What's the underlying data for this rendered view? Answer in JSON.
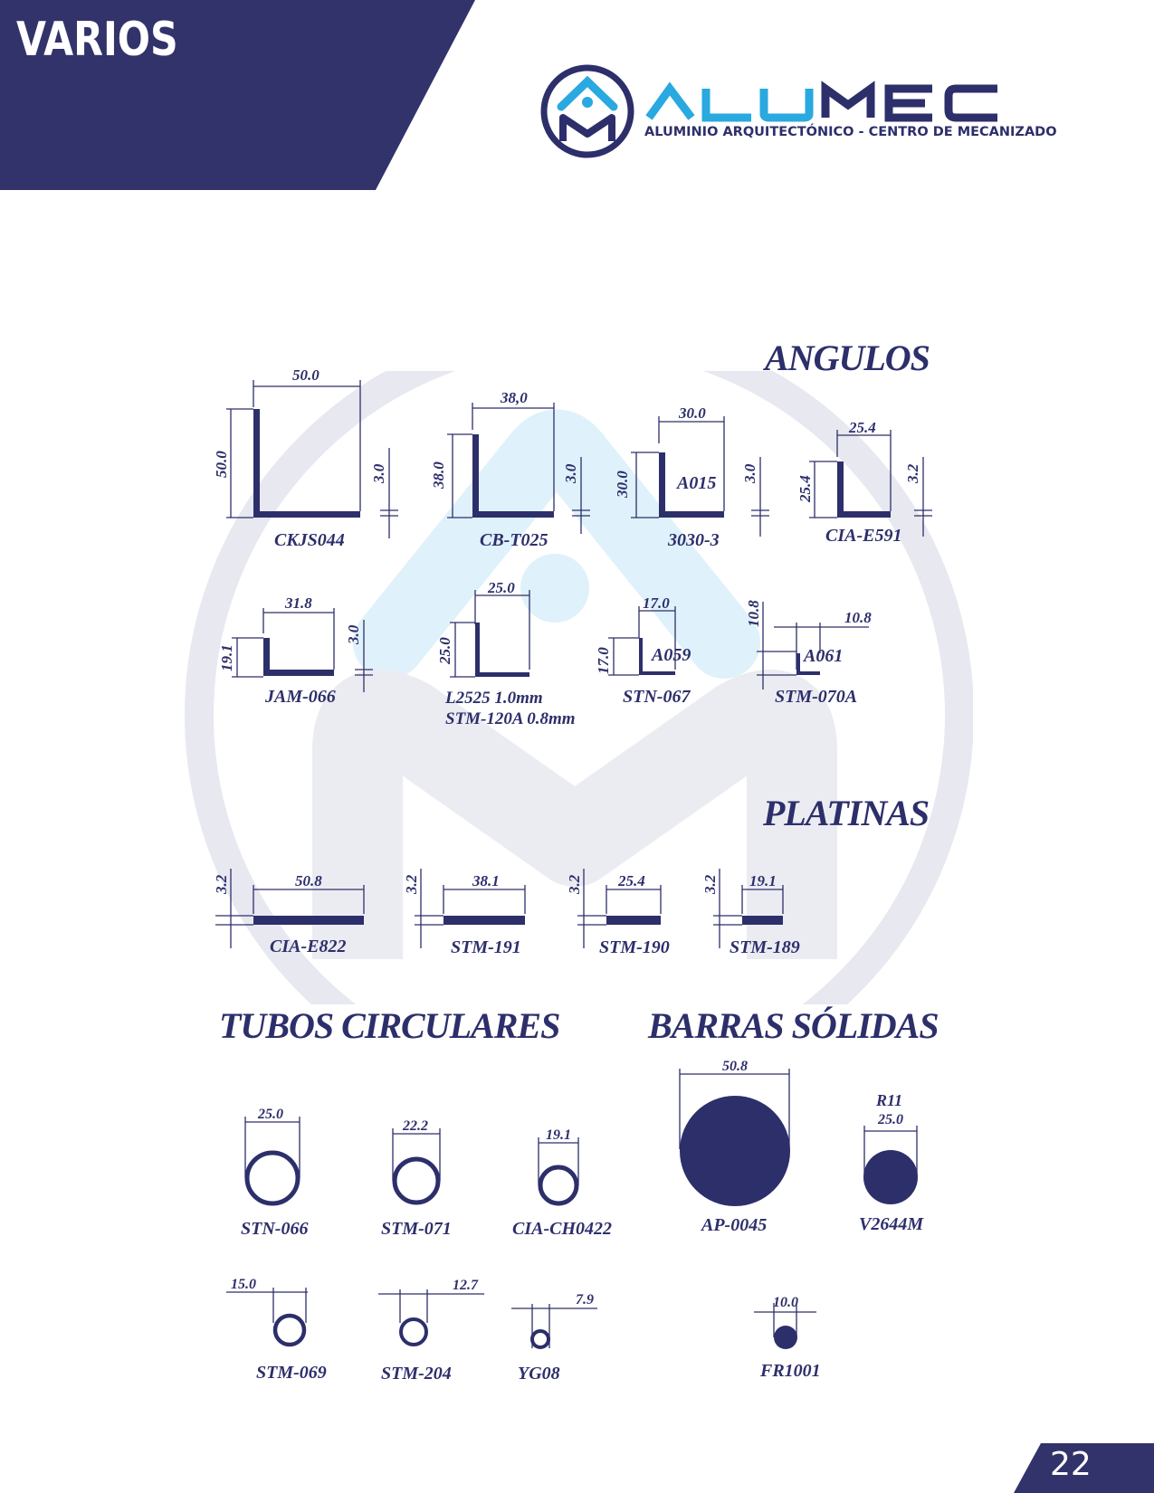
{
  "header": {
    "section_label": "VARIOS"
  },
  "brand": {
    "name": "ALUMEC",
    "tagline": "ALUMINIO ARQUITECTÓNICO - CENTRO DE MECANIZADO",
    "primary_color": "#2d2f6b",
    "accent_color": "#29a9df",
    "logo_icon": "am-circle-logo-icon"
  },
  "sections": {
    "angulos": "ANGULOS",
    "platinas": "PLATINAS",
    "tubos": "TUBOS CIRCULARES",
    "barras": "BARRAS SÓLIDAS"
  },
  "angulos": [
    {
      "code": "CKJS044",
      "width": "50.0",
      "height": "50.0",
      "thickness": "3.0"
    },
    {
      "code": "CB-T025",
      "width": "38,0",
      "height": "38.0",
      "thickness": "3.0"
    },
    {
      "code": "3030-3",
      "inner": "A015",
      "width": "30.0",
      "height": "30.0",
      "thickness": "3.0"
    },
    {
      "code": "CIA-E591",
      "width": "25.4",
      "height": "25.4",
      "thickness": "3.2"
    },
    {
      "code": "JAM-066",
      "width": "31.8",
      "height": "19.1",
      "thickness": "3.0"
    },
    {
      "code": "L2525 1.0mm",
      "code2": "STM-120A 0.8mm",
      "width": "25.0",
      "height": "25.0"
    },
    {
      "code": "STN-067",
      "inner": "A059",
      "width": "17.0",
      "height": "17.0"
    },
    {
      "code": "STM-070A",
      "inner": "A061",
      "width": "10.8",
      "height": "10.8"
    }
  ],
  "platinas": [
    {
      "code": "CIA-E822",
      "width": "50.8",
      "thickness": "3.2"
    },
    {
      "code": "STM-191",
      "width": "38.1",
      "thickness": "3.2"
    },
    {
      "code": "STM-190",
      "width": "25.4",
      "thickness": "3.2"
    },
    {
      "code": "STM-189",
      "width": "19.1",
      "thickness": "3.2"
    }
  ],
  "tubos": [
    {
      "code": "STN-066",
      "diameter": "25.0"
    },
    {
      "code": "STM-071",
      "diameter": "22.2"
    },
    {
      "code": "CIA-CH0422",
      "diameter": "19.1"
    },
    {
      "code": "STM-069",
      "diameter": "15.0"
    },
    {
      "code": "STM-204",
      "diameter": "12.7"
    },
    {
      "code": "YG08",
      "diameter": "7.9"
    }
  ],
  "barras": [
    {
      "code": "AP-0045",
      "diameter": "50.8"
    },
    {
      "code": "V2644M",
      "radius": "R11",
      "diameter": "25.0"
    },
    {
      "code": "FR1001",
      "diameter": "10.0"
    }
  ],
  "footer": {
    "page_number": "22"
  }
}
